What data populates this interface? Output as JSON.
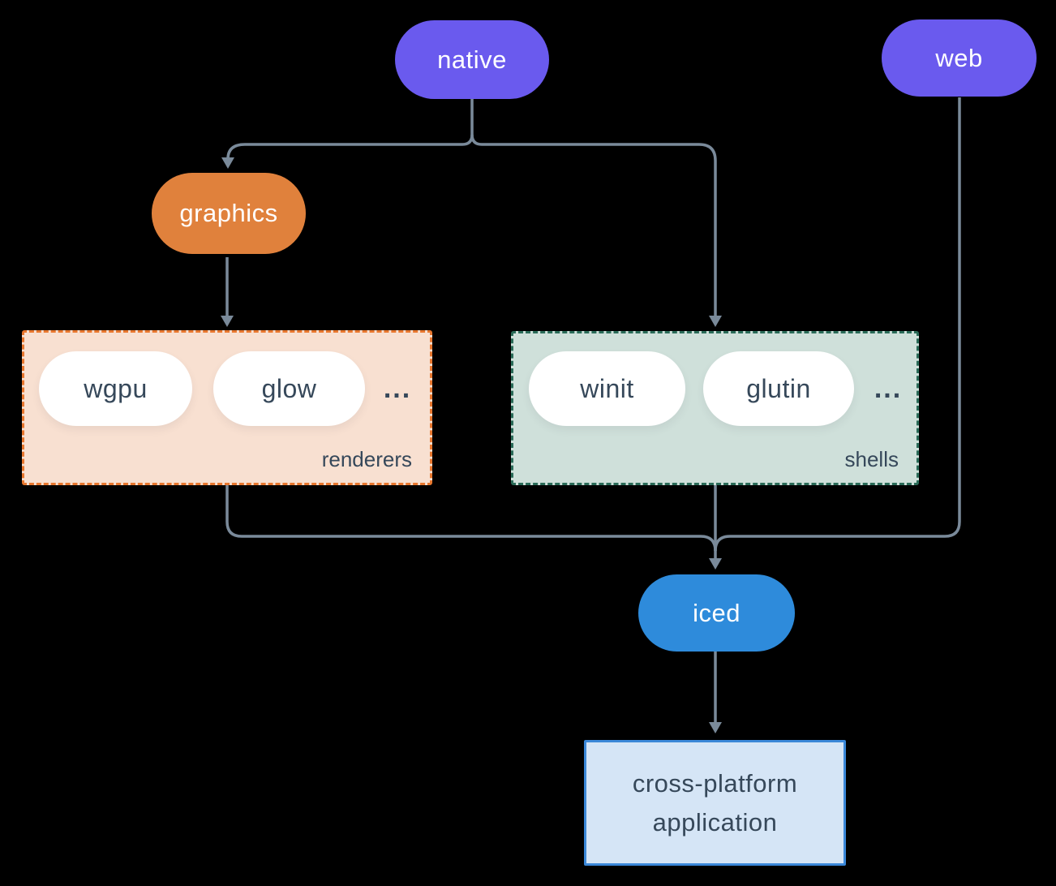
{
  "diagram": {
    "background_color": "#000000",
    "connector_color": "#7A8A9A",
    "nodes": {
      "native": {
        "label": "native",
        "color": "#6A5AEE",
        "text_color": "#FFFFFF"
      },
      "web": {
        "label": "web",
        "color": "#6A5AEE",
        "text_color": "#FFFFFF"
      },
      "graphics": {
        "label": "graphics",
        "color": "#E0813C",
        "text_color": "#FFFFFF"
      },
      "iced": {
        "label": "iced",
        "color": "#2E8BDB",
        "text_color": "#FFFFFF"
      },
      "application": {
        "line1": "cross-platform",
        "line2": "application",
        "fill": "#D5E5F6",
        "border": "#3A87D8",
        "text_color": "#36485A"
      }
    },
    "groups": {
      "renderers": {
        "label": "renderers",
        "items": [
          "wgpu",
          "glow"
        ],
        "ellipsis": "...",
        "fill": "#F8E0D1",
        "border": "#E8772E"
      },
      "shells": {
        "label": "shells",
        "items": [
          "winit",
          "glutin"
        ],
        "ellipsis": "...",
        "fill": "#CFE0DA",
        "border": "#2A6B58"
      }
    },
    "edges": [
      {
        "from": "native",
        "to": "graphics"
      },
      {
        "from": "native",
        "to": "shells"
      },
      {
        "from": "graphics",
        "to": "renderers"
      },
      {
        "from": "renderers",
        "to": "iced"
      },
      {
        "from": "shells",
        "to": "iced"
      },
      {
        "from": "web",
        "to": "iced"
      },
      {
        "from": "iced",
        "to": "application"
      }
    ]
  }
}
